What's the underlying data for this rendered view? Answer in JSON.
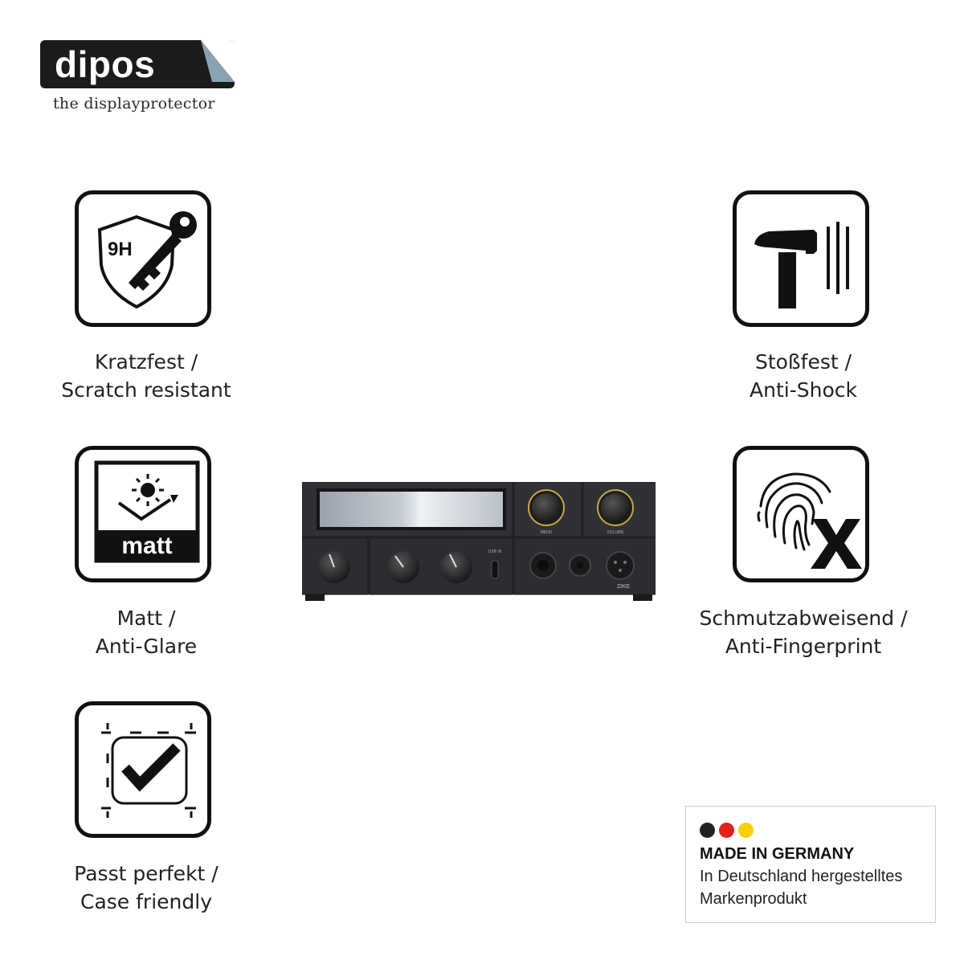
{
  "logo": {
    "name": "dipos",
    "tagline": "the displayprotector"
  },
  "features": [
    {
      "id": "scratch",
      "icon": "shield-key-icon",
      "badge": "9H",
      "line1": "Kratzfest /",
      "line2": "Scratch resistant"
    },
    {
      "id": "shock",
      "icon": "hammer-icon",
      "line1": "Stoßfest /",
      "line2": "Anti-Shock"
    },
    {
      "id": "matt",
      "icon": "matt-sun-icon",
      "badge": "matt",
      "line1": "Matt /",
      "line2": "Anti-Glare"
    },
    {
      "id": "fingerprint",
      "icon": "fingerprint-x-icon",
      "line1": "Schmutzabweisend /",
      "line2": "Anti-Fingerprint"
    },
    {
      "id": "fit",
      "icon": "checkmark-frame-icon",
      "line1": "Passt perfekt /",
      "line2": "Case friendly"
    }
  ],
  "device": {
    "knob_labels": [
      "MENU",
      "VOLUME"
    ],
    "port_label": "USB IN",
    "brand": "ZIKE",
    "colors": {
      "body": "#2a2b2e",
      "screen": "#aab2ba",
      "accent": "#c9a54a"
    }
  },
  "made_in": {
    "flag_colors": [
      "#222222",
      "#e2201c",
      "#f6d10b"
    ],
    "title": "MADE IN GERMANY",
    "line1": "In Deutschland hergestelltes",
    "line2": "Markenprodukt"
  }
}
